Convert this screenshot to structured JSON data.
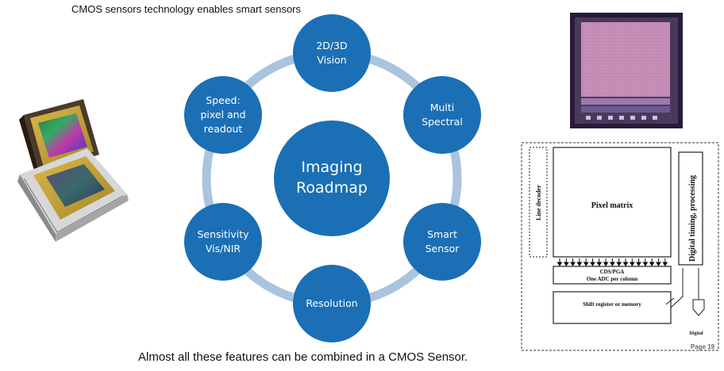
{
  "captions": {
    "top": "CMOS sensors technology enables smart sensors",
    "bottom": "Almost all these features can be combined in a CMOS Sensor."
  },
  "center_node": {
    "label": "Imaging\nRoadmap"
  },
  "nodes": [
    {
      "id": "vision",
      "label": "2D/3D\nVision"
    },
    {
      "id": "multispectral",
      "label": "Multi\nSpectral"
    },
    {
      "id": "smart",
      "label": "Smart\nSensor"
    },
    {
      "id": "resolution",
      "label": "Resolution"
    },
    {
      "id": "sensitivity",
      "label": "Sensitivity\nVis/NIR"
    },
    {
      "id": "speed",
      "label": "Speed:\npixel and\nreadout"
    }
  ],
  "block_diagram": {
    "line_decoder": "Line decoder",
    "pixel_matrix": "Pixel matrix",
    "digital_timing": "Digital timing, processing",
    "cds_pga": "CDS/PGA",
    "adc": "One ADC per column",
    "shift_register": "Shift register or memory",
    "digital_out": "Digital",
    "page": "Page 19"
  },
  "colors": {
    "node_blue": "#1b6fb5",
    "ring": "#aac4de"
  }
}
